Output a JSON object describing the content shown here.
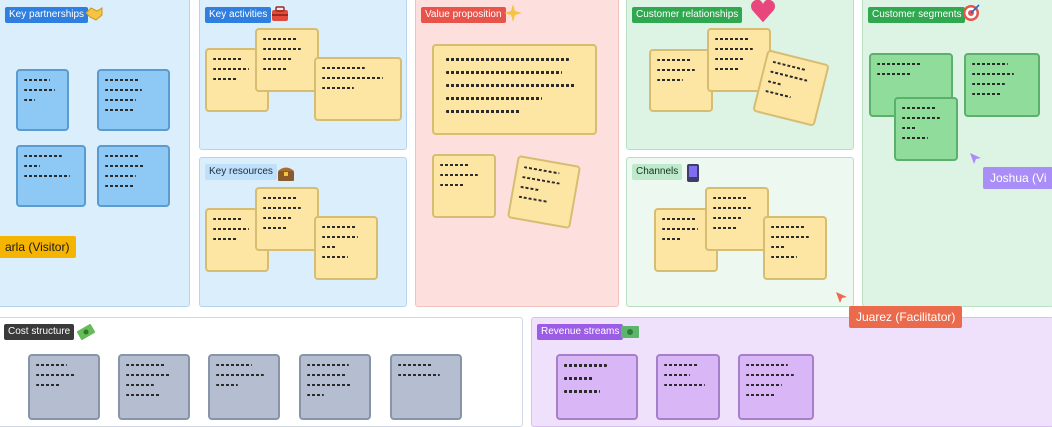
{
  "sections": {
    "key_partnerships": "Key partnerships",
    "key_activities": "Key activities",
    "key_resources": "Key resources",
    "value_proposition": "Value proposition",
    "customer_relationships": "Customer relationships",
    "channels": "Channels",
    "customer_segments": "Customer segments",
    "cost_structure": "Cost structure",
    "revenue_streams": "Revenue streams"
  },
  "collaborators": {
    "carla": "arla (Visitor)",
    "joshua": "Joshua (Vi",
    "juarez": "Juarez (Facilitator)"
  },
  "colors": {
    "tag_blue": "#2f7fe0",
    "tag_red": "#e8534a",
    "tag_green": "#2fa84f",
    "tag_purple": "#9b5de5",
    "tag_dark": "#3a3a3a",
    "carla": "#f5b400",
    "joshua": "#a98ef7",
    "juarez": "#ea6a4b"
  },
  "icons": {
    "key_partnerships": "handshake-icon",
    "key_activities": "toolbox-icon",
    "key_resources": "treasure-chest-icon",
    "value_proposition": "sparkles-icon",
    "customer_relationships": "heart-icon",
    "channels": "phone-icon",
    "customer_segments": "target-icon",
    "cost_structure": "money-icon",
    "revenue_streams": "banknote-icon"
  }
}
